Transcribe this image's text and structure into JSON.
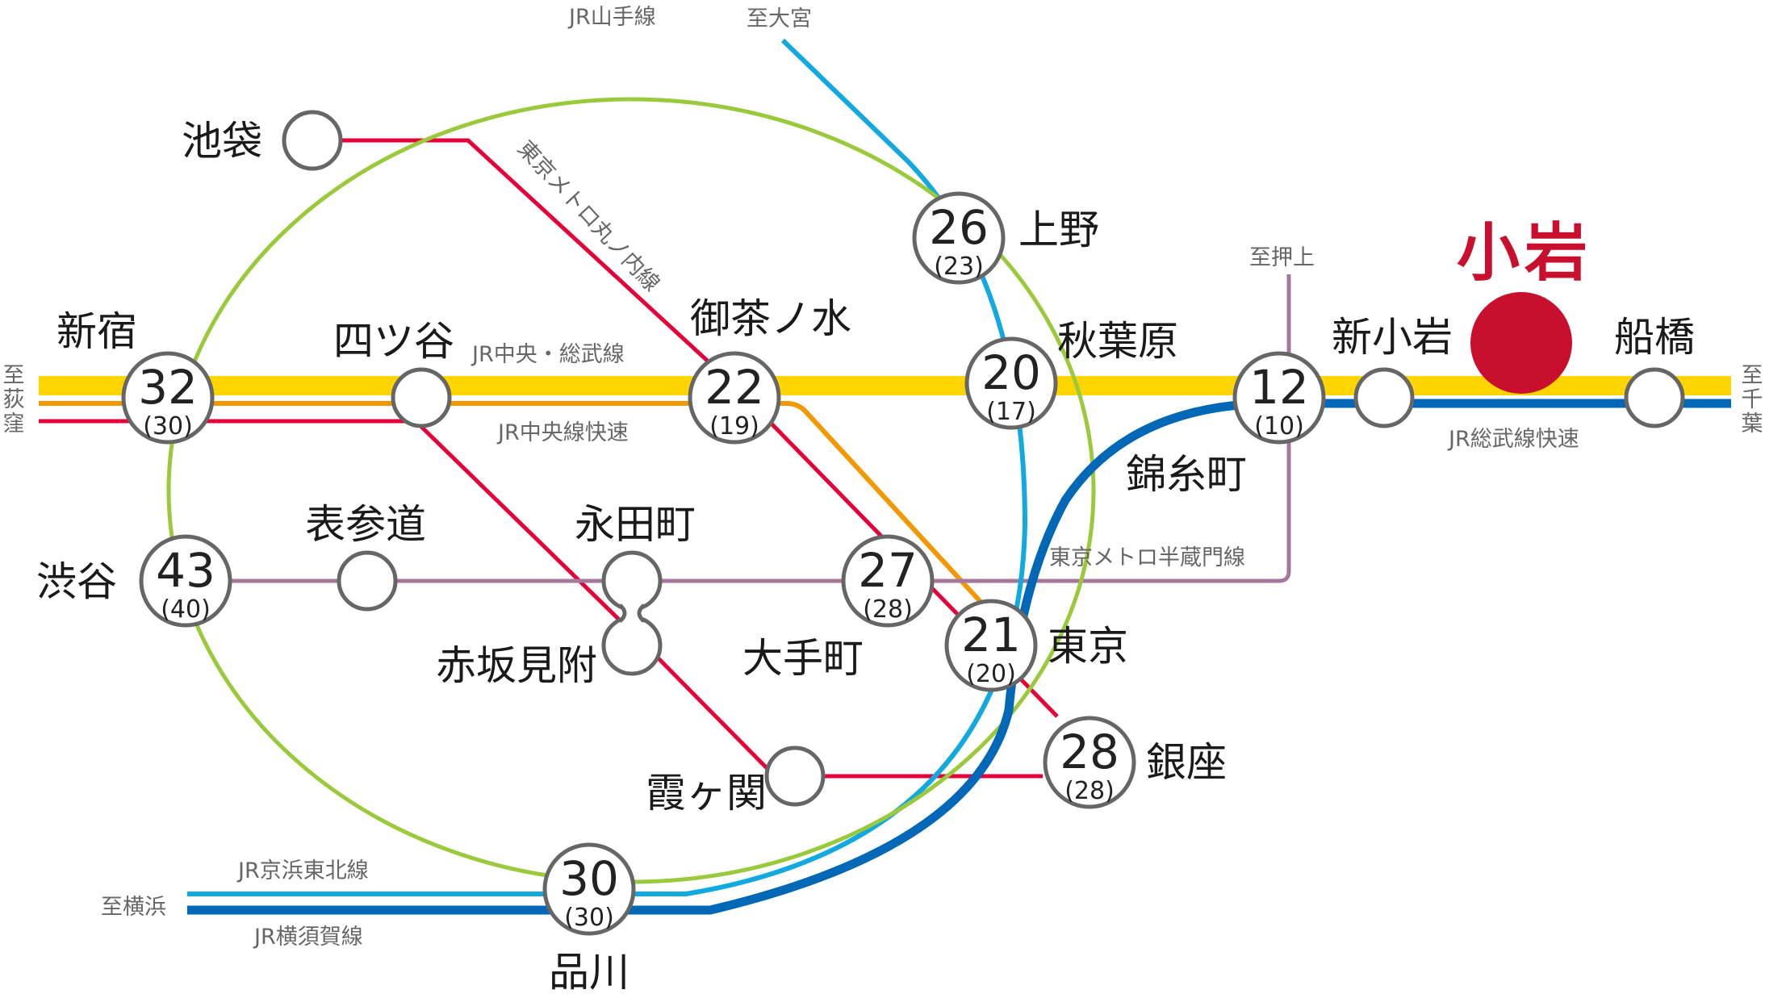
{
  "colors": {
    "yamanote": "#9aca3c",
    "keihin_tohoku": "#12a8e0",
    "yokosuka_sobu_rapid": "#0068b7",
    "chuo_sobu": "#ffd400",
    "chuo_rapid": "#f39800",
    "marunouchi": "#e60039",
    "hanzomon": "#a5789b",
    "highlight": "#c8102e",
    "station_stroke": "#666666"
  },
  "lines": {
    "yamanote": "JR山手線",
    "marunouchi": "東京メトロ丸ノ内線",
    "chuo_sobu": "JR中央・総武線",
    "chuo_rapid": "JR中央線快速",
    "hanzomon": "東京メトロ半蔵門線",
    "sobu_rapid": "JR総武線快速",
    "keihin_tohoku": "JR京浜東北線",
    "yokosuka": "JR横須賀線"
  },
  "destinations": {
    "omiya": "至大宮",
    "oshiage": "至押上",
    "ogikubo": "至荻窪",
    "chiba": "至千葉",
    "yokohama": "至横浜"
  },
  "highlight_station": "小岩",
  "stations": {
    "ikebukuro": {
      "name": "池袋"
    },
    "ueno": {
      "name": "上野",
      "minutes": "26",
      "minutes_alt": "(23)"
    },
    "akihabara": {
      "name": "秋葉原",
      "minutes": "20",
      "minutes_alt": "(17)"
    },
    "ochanomizu": {
      "name": "御茶ノ水",
      "minutes": "22",
      "minutes_alt": "(19)"
    },
    "yotsuya": {
      "name": "四ツ谷"
    },
    "shinjuku": {
      "name": "新宿",
      "minutes": "32",
      "minutes_alt": "(30)"
    },
    "kinshicho": {
      "name": "錦糸町",
      "minutes": "12",
      "minutes_alt": "(10)"
    },
    "shinkoiwa": {
      "name": "新小岩"
    },
    "funabashi": {
      "name": "船橋"
    },
    "shibuya": {
      "name": "渋谷",
      "minutes": "43",
      "minutes_alt": "(40)"
    },
    "omotesando": {
      "name": "表参道"
    },
    "nagatacho": {
      "name": "永田町"
    },
    "akasakamitsuke": {
      "name": "赤坂見附"
    },
    "otemachi": {
      "name": "大手町",
      "minutes": "27",
      "minutes_alt": "(28)"
    },
    "tokyo": {
      "name": "東京",
      "minutes": "21",
      "minutes_alt": "(20)"
    },
    "ginza": {
      "name": "銀座",
      "minutes": "28",
      "minutes_alt": "(28)"
    },
    "kasumigaseki": {
      "name": "霞ヶ関"
    },
    "shinagawa": {
      "name": "品川",
      "minutes": "30",
      "minutes_alt": "(30)"
    }
  }
}
